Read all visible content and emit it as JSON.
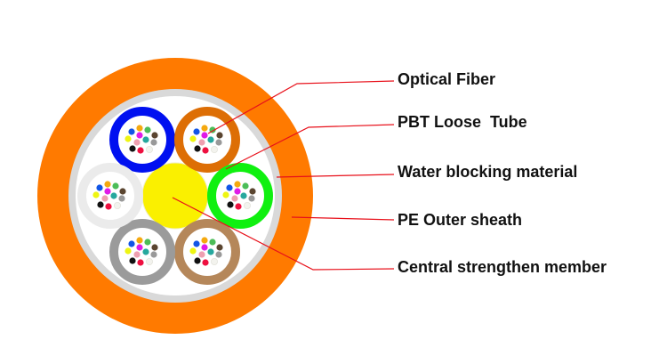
{
  "diagram": {
    "title": "Fiber optic cable cross-section",
    "labels": [
      {
        "id": "optical-fiber",
        "text": "Optical Fiber"
      },
      {
        "id": "pbt-loose-tube",
        "text": "PBT Loose  Tube"
      },
      {
        "id": "water-blocking-material",
        "text": "Water blocking material"
      },
      {
        "id": "pe-outer-sheath",
        "text": "PE Outer sheath"
      },
      {
        "id": "central-strengthen-member",
        "text": "Central strengthen member"
      }
    ],
    "colors": {
      "outer_sheath": "#FF7A00",
      "water_blocking_ring": "#D9D9D9",
      "core_fill": "#FFFFFF",
      "central_member": "#FAF000",
      "leader_line": "#E8101A",
      "text": "#111111"
    },
    "loose_tubes": [
      {
        "name": "blue-tube",
        "color": "#0010F0"
      },
      {
        "name": "orange-tube",
        "color": "#DD6E05"
      },
      {
        "name": "green-tube",
        "color": "#10F010"
      },
      {
        "name": "brown-tube",
        "color": "#B5875A"
      },
      {
        "name": "grey-tube",
        "color": "#9B9B9B"
      },
      {
        "name": "white-tube",
        "color": "#EBEBEB"
      }
    ],
    "fiber_colors": [
      {
        "name": "blue",
        "color": "#1155E6"
      },
      {
        "name": "orange",
        "color": "#F5A90F"
      },
      {
        "name": "green",
        "color": "#4CBD58"
      },
      {
        "name": "violet",
        "color": "#E01BE8"
      },
      {
        "name": "brown",
        "color": "#5A4530"
      },
      {
        "name": "yellow",
        "color": "#EEF512"
      },
      {
        "name": "pink",
        "color": "#EE9FB0"
      },
      {
        "name": "aqua",
        "color": "#26A89E"
      },
      {
        "name": "slate",
        "color": "#999999"
      },
      {
        "name": "black",
        "color": "#111111"
      },
      {
        "name": "red",
        "color": "#EE1040"
      },
      {
        "name": "white",
        "color": "#F3F3EE"
      }
    ]
  }
}
